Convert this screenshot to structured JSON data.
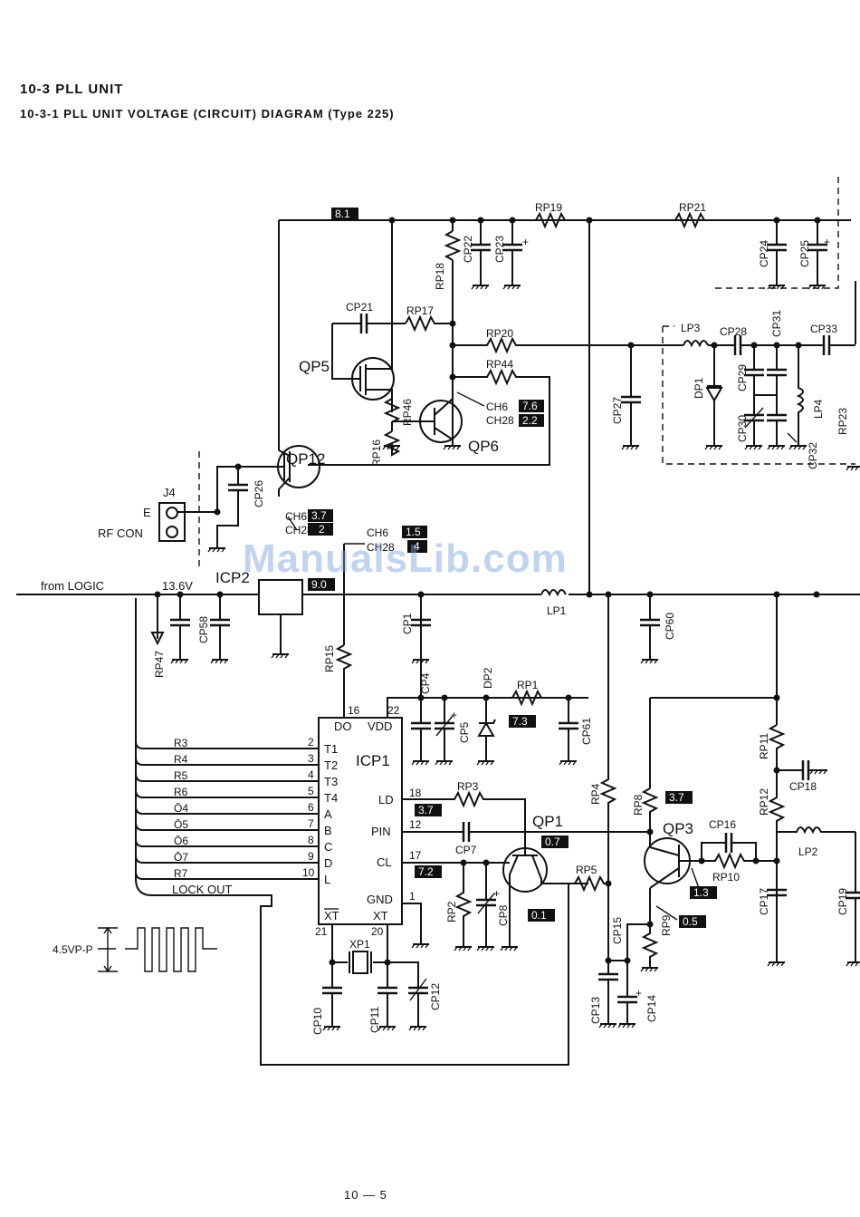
{
  "header": {
    "section_title": "10-3  PLL UNIT",
    "subtitle": "10-3-1  PLL UNIT VOLTAGE (CIRCUIT) DIAGRAM (Type 225)"
  },
  "page_number": "10 — 5",
  "watermark": "ManualsLib.com",
  "labels": {
    "from_logic": "from LOGIC",
    "supply": "13.6V",
    "j4": "J4",
    "e": "E",
    "rf_con": "RF CON",
    "waveform": "4.5VP-P",
    "lock_out": "LOCK OUT"
  },
  "transistors": {
    "qp5": "QP5",
    "qp6": "QP6",
    "qp12": "QP12",
    "qp1": "QP1",
    "qp3": "QP3"
  },
  "ics": {
    "icp1": "ICP1",
    "icp2": "ICP2",
    "xp1": "XP1"
  },
  "icp1_pins": {
    "left": [
      "T1",
      "T2",
      "T3",
      "T4",
      "A",
      "B",
      "C",
      "D",
      "L"
    ],
    "left_nums": [
      "2",
      "3",
      "4",
      "5",
      "6",
      "7",
      "8",
      "9",
      "10"
    ],
    "right": [
      "LD",
      "PIN",
      "CL",
      "GND"
    ],
    "right_nums": [
      "18",
      "12",
      "17",
      "1"
    ],
    "top": [
      "DO",
      "VDD"
    ],
    "top_nums": [
      "16",
      "22"
    ],
    "bottom": [
      "XT",
      "XT"
    ],
    "bottom_nums": [
      "21",
      "20"
    ]
  },
  "logic_inputs": [
    "R3",
    "R4",
    "R5",
    "R6",
    "Ō4",
    "Ō5",
    "Ō6",
    "Ō7",
    "R7"
  ],
  "resistors": {
    "rp1": "RP1",
    "rp2": "RP2",
    "rp3": "RP3",
    "rp4": "RP4",
    "rp5": "RP5",
    "rp8": "RP8",
    "rp9": "RP9",
    "rp10": "RP10",
    "rp11": "RP11",
    "rp12": "RP12",
    "rp15": "RP15",
    "rp16": "RP16",
    "rp17": "RP17",
    "rp18": "RP18",
    "rp19": "RP19",
    "rp20": "RP20",
    "rp21": "RP21",
    "rp23": "RP23",
    "rp44": "RP44",
    "rp46": "RP46",
    "rp47": "RP47"
  },
  "capacitors": {
    "cp1": "CP1",
    "cp4": "CP4",
    "cp5": "CP5",
    "cp7": "CP7",
    "cp8": "CP8",
    "cp10": "CP10",
    "cp11": "CP11",
    "cp12": "CP12",
    "cp13": "CP13",
    "cp14": "CP14",
    "cp15": "CP15",
    "cp16": "CP16",
    "cp17": "CP17",
    "cp18": "CP18",
    "cp19": "CP19",
    "cp21": "CP21",
    "cp22": "CP22",
    "cp23": "CP23",
    "cp24": "CP24",
    "cp25": "CP25",
    "cp26": "CP26",
    "cp27": "CP27",
    "cp28": "CP28",
    "cp29": "CP29",
    "cp30": "CP30",
    "cp31": "CP31",
    "cp32": "CP32",
    "cp33": "CP33",
    "cp58": "CP58",
    "cp60": "CP60",
    "cp61": "CP61"
  },
  "inductors_diodes": {
    "lp1": "LP1",
    "lp2": "LP2",
    "lp3": "LP3",
    "lp4": "LP4",
    "dp1": "DP1",
    "dp2": "DP2"
  },
  "channels": {
    "ch6": "CH6",
    "ch28": "CH28",
    "ch6b": "CH6",
    "ch28b": "CH28",
    "ch6c": "CH6",
    "ch28c": "CH28"
  },
  "voltages": {
    "v_top": "8.1",
    "v_qp6_ch6": "7.6",
    "v_qp6_ch28": "2.2",
    "v_qp12_ch6": "3.7",
    "v_qp12_ch28": "2",
    "v_ctl_ch6": "1.5",
    "v_ctl_ch28": "4",
    "v_icp2": "9.0",
    "v_dp2": "7.3",
    "v_ld": "3.7",
    "v_pin": "0.7",
    "v_cl": "7.2",
    "v_qp1e": "0.1",
    "v_rp8": "3.7",
    "v_qp3b": "1.3",
    "v_qp3e": "0.5"
  }
}
